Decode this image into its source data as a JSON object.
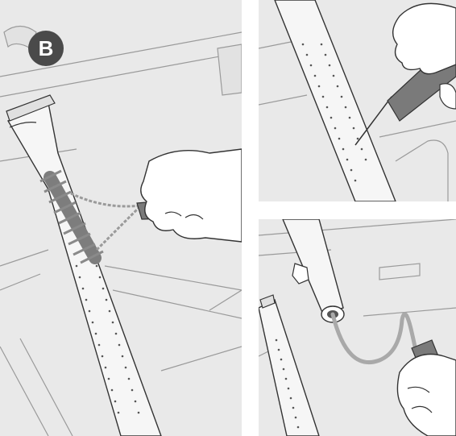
{
  "step_badge": {
    "label": "B"
  },
  "colors": {
    "background": "#e9e9e9",
    "line": "#333333",
    "accent_grey": "#8a8a8a",
    "badge": "#4a4a4a",
    "hose": "#a9a9a9"
  },
  "panels": [
    {
      "id": "main",
      "description_icon": "burner-brush-cleaning-icon"
    },
    {
      "id": "top-right",
      "description_icon": "burner-port-pick-icon"
    },
    {
      "id": "bottom-right",
      "description_icon": "burner-tube-air-hose-icon"
    }
  ]
}
